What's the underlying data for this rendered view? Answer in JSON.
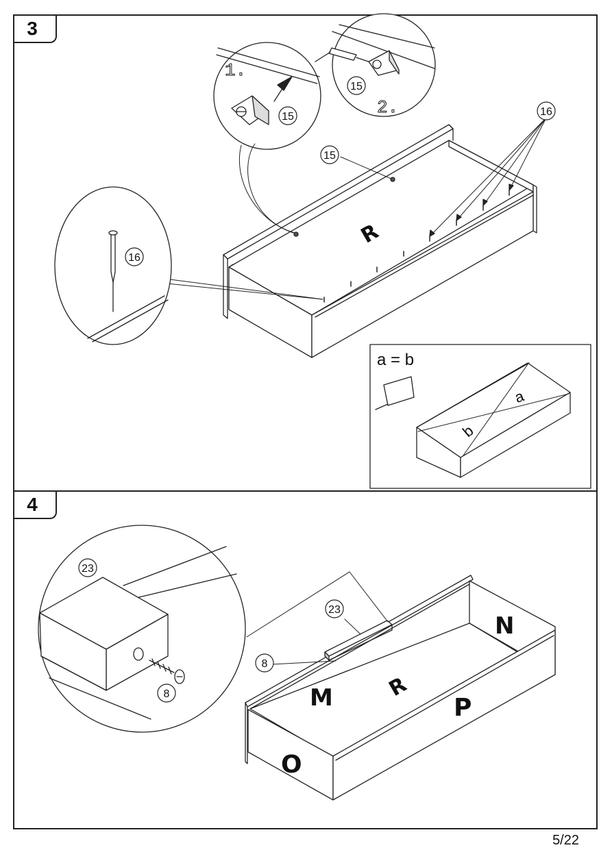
{
  "steps": [
    {
      "number": "3"
    },
    {
      "number": "4"
    }
  ],
  "callouts": {
    "cam_fitting": "15",
    "nail": "16",
    "bracket": "23",
    "screw": "8"
  },
  "sub_steps": {
    "first": "1.",
    "second": "2."
  },
  "panels": {
    "back": "R",
    "left_side": "M",
    "right_side": "N",
    "front": "O",
    "bottom": "P"
  },
  "measure": {
    "equation": "a = b",
    "diag_a": "a",
    "diag_b": "b"
  },
  "footer": {
    "page": "5/22"
  }
}
